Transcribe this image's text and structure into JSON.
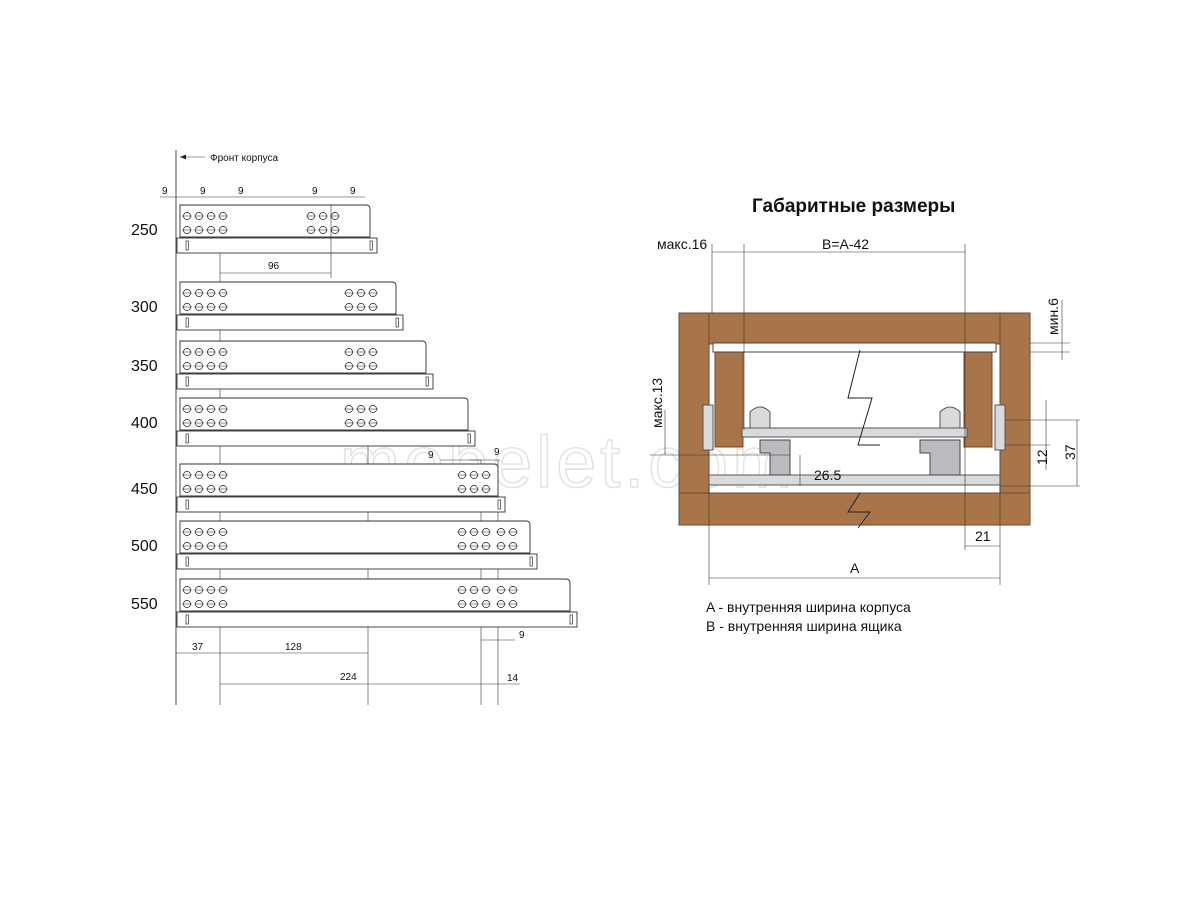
{
  "left_diagram": {
    "front_label": "Фронт корпуса",
    "top_dims": [
      "9",
      "9",
      "9",
      "9",
      "9"
    ],
    "mid_dims": {
      "d96": "96",
      "d9a": "9",
      "d9b": "9"
    },
    "bottom_dims": {
      "d37": "37",
      "d128": "128",
      "d224": "224",
      "d9": "9",
      "d14": "14"
    },
    "lengths": [
      "250",
      "300",
      "350",
      "400",
      "450",
      "500",
      "550"
    ]
  },
  "right_diagram": {
    "title": "Габаритные размеры",
    "dims": {
      "max16": "макс.16",
      "b_eq": "B=A-42",
      "min6": "мин.6",
      "max13": "макс.13",
      "d12": "12",
      "d37": "37",
      "d26_5": "26.5",
      "d21": "21",
      "a": "A"
    },
    "legend": [
      {
        "key": "A",
        "text": " - внутренняя ширина корпуса"
      },
      {
        "key": "B",
        "text": " - внутренняя ширина ящика"
      }
    ]
  },
  "watermark": "mebelet.com",
  "colors": {
    "wood": "#a8744a",
    "steel": "#d9dadc",
    "line": "#222222"
  }
}
